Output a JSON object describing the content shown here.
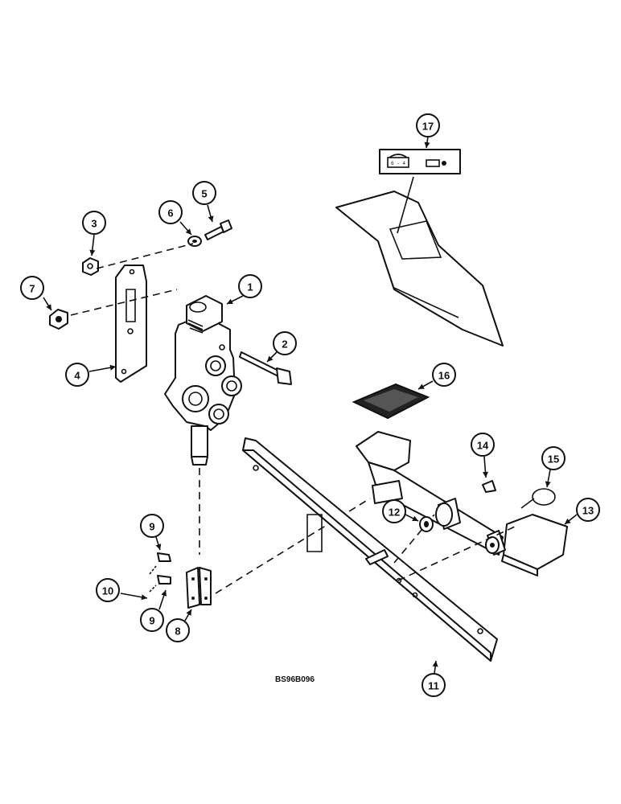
{
  "figure_ref": "BS96B096",
  "decal_text": "6 - 4",
  "callouts": [
    {
      "label": "1"
    },
    {
      "label": "2"
    },
    {
      "label": "3"
    },
    {
      "label": "4"
    },
    {
      "label": "5"
    },
    {
      "label": "6"
    },
    {
      "label": "7"
    },
    {
      "label": "8"
    },
    {
      "label": "9"
    },
    {
      "label": "9"
    },
    {
      "label": "10"
    },
    {
      "label": "11"
    },
    {
      "label": "12"
    },
    {
      "label": "13"
    },
    {
      "label": "14"
    },
    {
      "label": "15"
    },
    {
      "label": "16"
    },
    {
      "label": "17"
    }
  ]
}
